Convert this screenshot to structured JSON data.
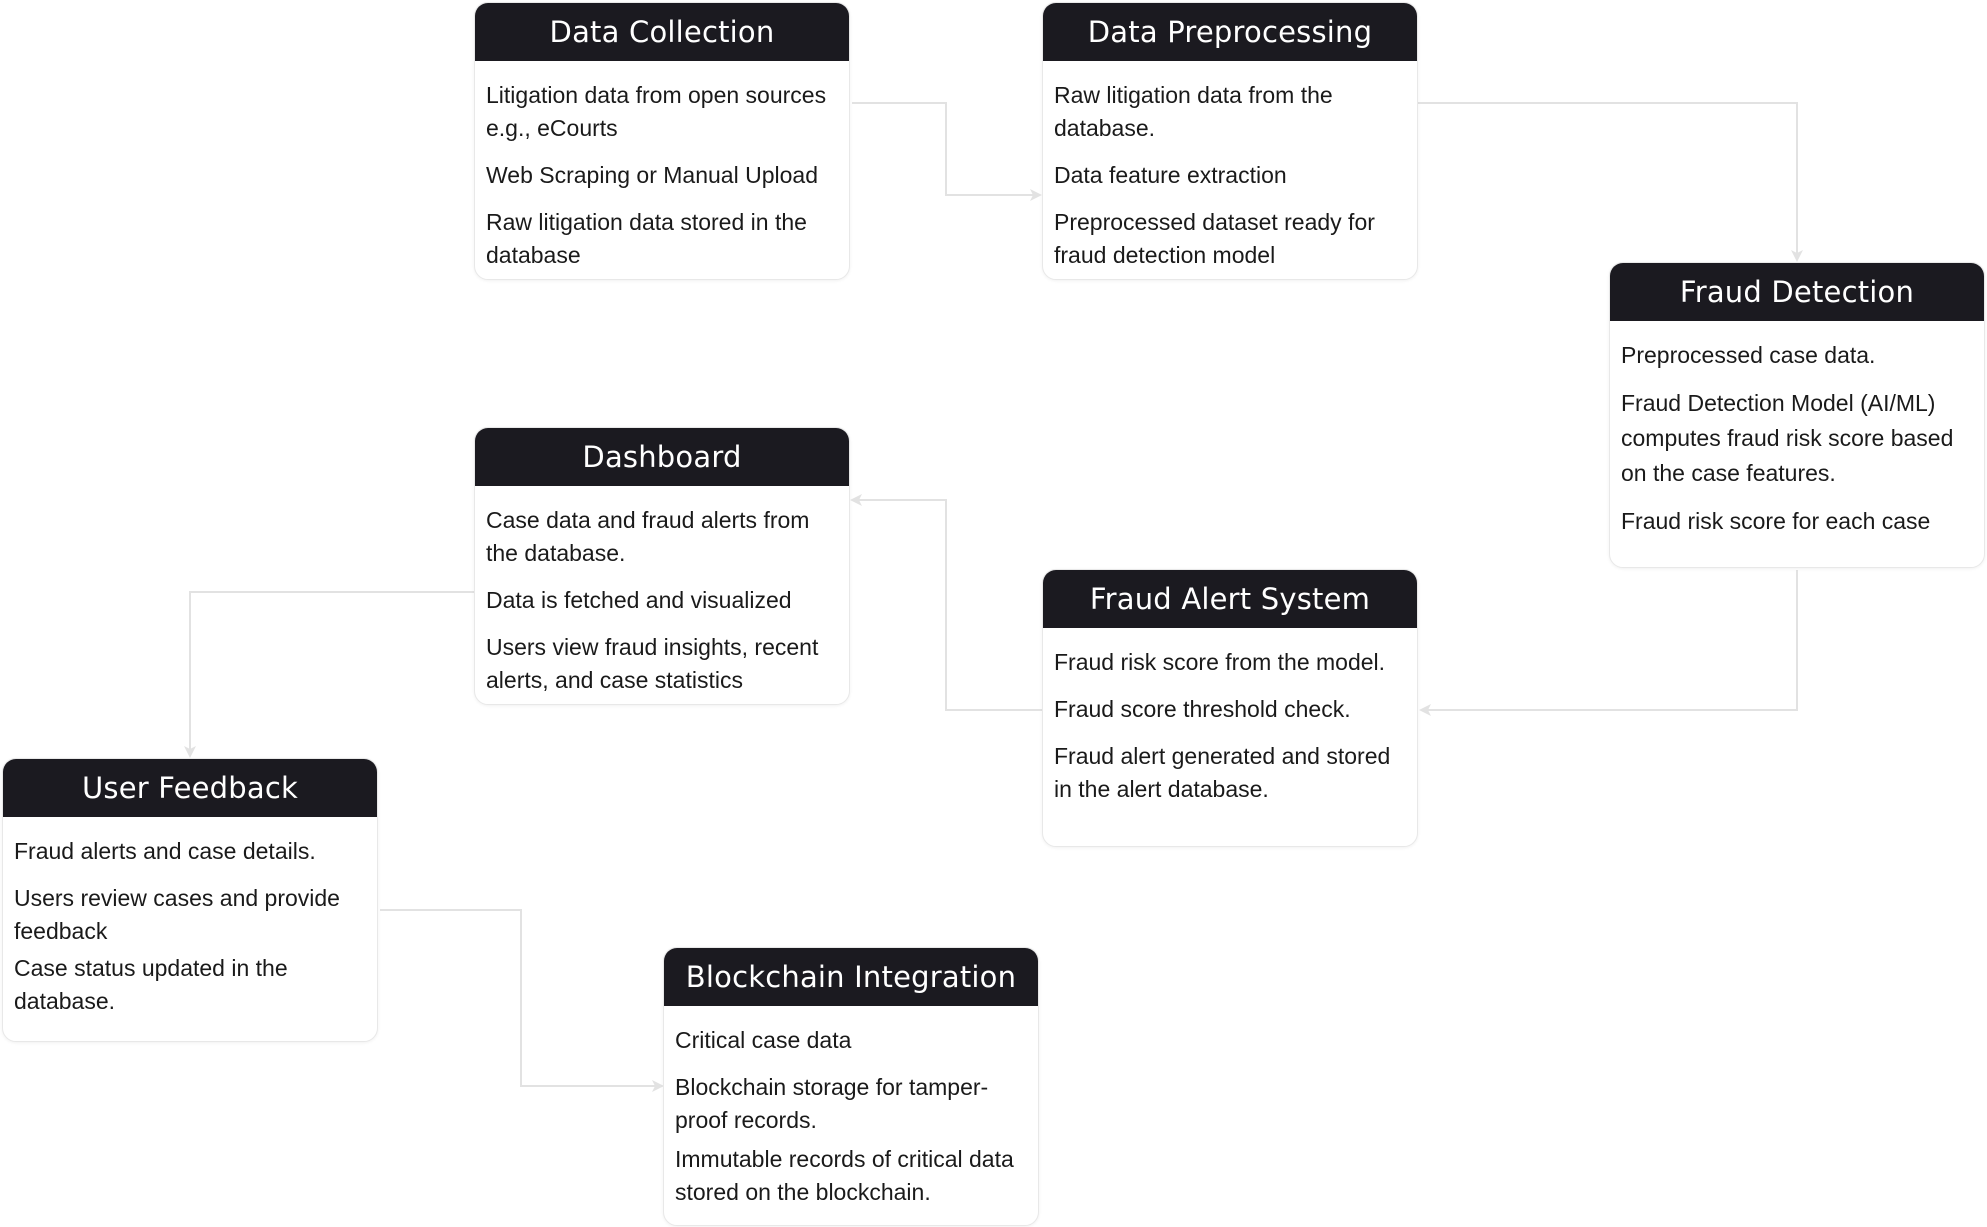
{
  "diagram": {
    "nodes": [
      {
        "id": "data-collection",
        "title": "Data Collection",
        "items": [
          "Litigation data from open sources e.g., eCourts",
          "Web Scraping or Manual Upload",
          "Raw litigation data stored in the database"
        ]
      },
      {
        "id": "data-preprocessing",
        "title": "Data Preprocessing",
        "items": [
          "Raw litigation data from the database.",
          "Data feature extraction",
          "Preprocessed dataset ready for fraud detection model"
        ]
      },
      {
        "id": "fraud-detection",
        "title": "Fraud Detection",
        "items": [
          "Preprocessed case data.",
          "Fraud Detection Model (AI/ML) computes fraud risk score based on the case features.",
          "Fraud risk score for each case"
        ]
      },
      {
        "id": "dashboard",
        "title": "Dashboard",
        "items": [
          "Case data and fraud alerts from the database.",
          "Data is fetched and visualized",
          "Users view fraud insights, recent alerts, and case statistics"
        ]
      },
      {
        "id": "fraud-alert-system",
        "title": "Fraud Alert System",
        "items": [
          "Fraud risk score from the model.",
          "Fraud score threshold check.",
          "Fraud alert generated and stored in the alert database."
        ]
      },
      {
        "id": "user-feedback",
        "title": "User Feedback",
        "items": [
          "Fraud alerts and case details.",
          "Users  review cases and provide feedback",
          "Case status updated in the database."
        ]
      },
      {
        "id": "blockchain-integration",
        "title": "Blockchain Integration",
        "items": [
          "Critical case data",
          "Blockchain storage for tamper-proof records.",
          "Immutable records of critical data stored on the blockchain."
        ]
      }
    ],
    "edges": [
      {
        "from": "data-collection",
        "to": "data-preprocessing"
      },
      {
        "from": "data-preprocessing",
        "to": "fraud-detection"
      },
      {
        "from": "fraud-detection",
        "to": "fraud-alert-system"
      },
      {
        "from": "fraud-alert-system",
        "to": "dashboard"
      },
      {
        "from": "dashboard",
        "to": "user-feedback"
      },
      {
        "from": "user-feedback",
        "to": "blockchain-integration"
      }
    ],
    "colors": {
      "header_bg": "#1b1a20",
      "header_text": "#ffffff",
      "card_border": "#e8e8e8",
      "connector": "#e2e2e2"
    }
  }
}
